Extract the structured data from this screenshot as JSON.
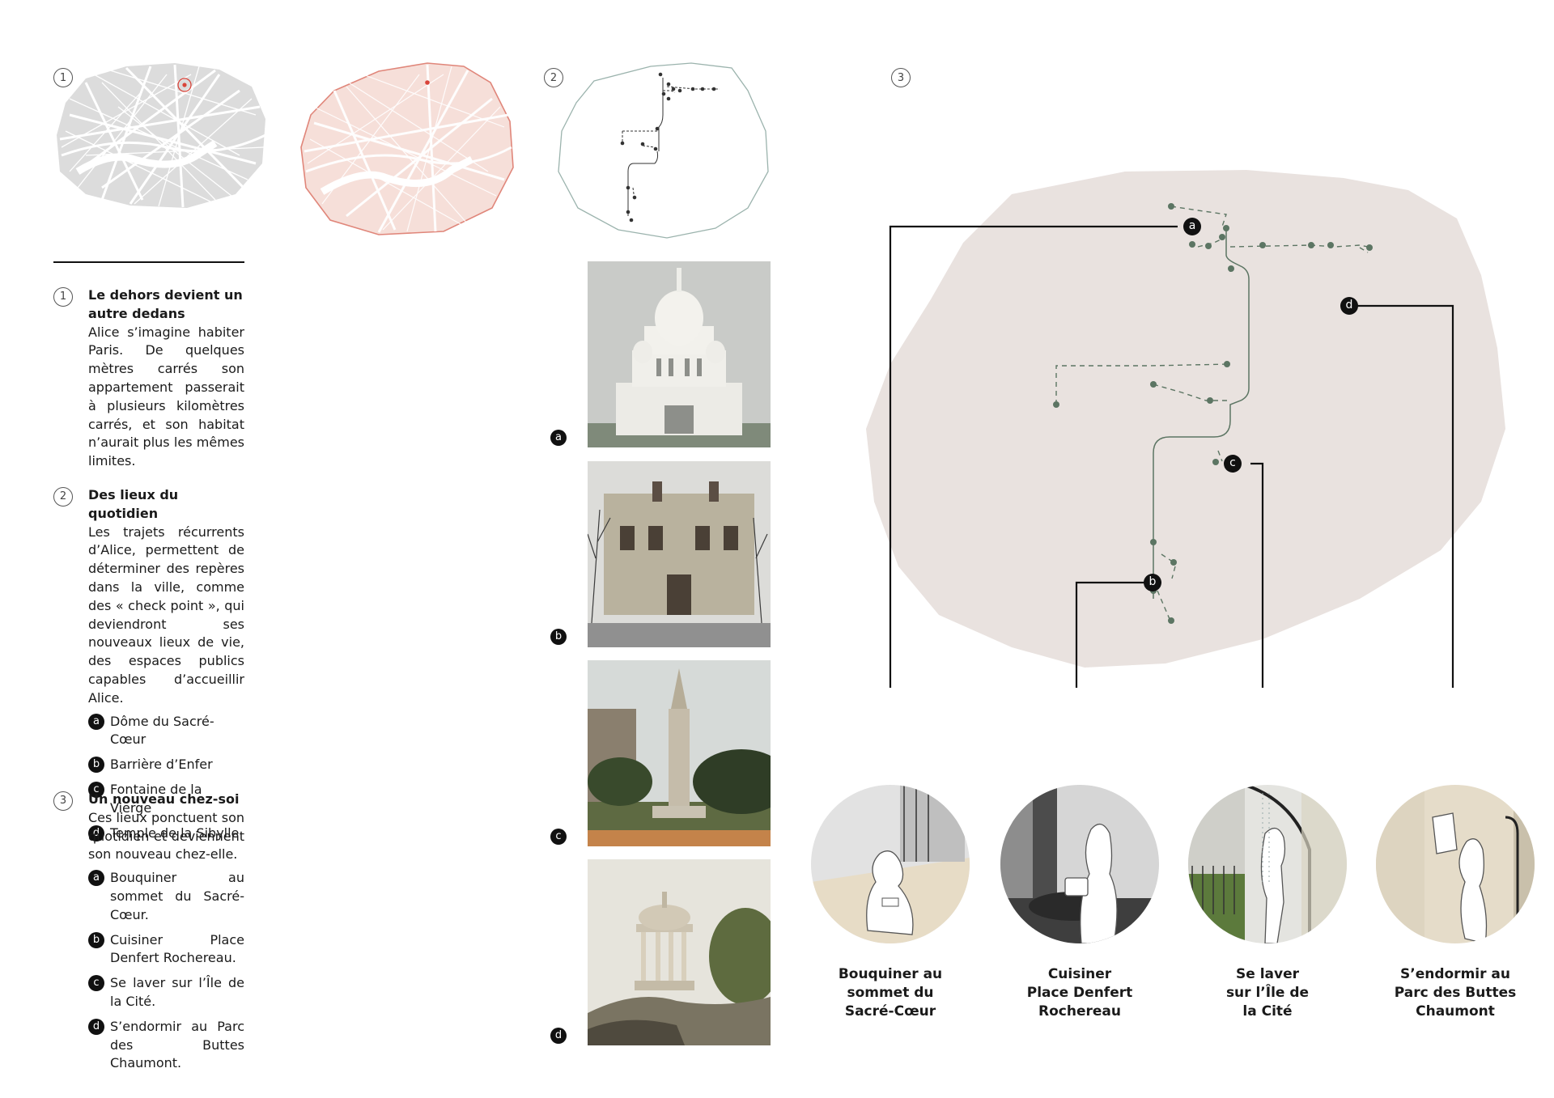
{
  "panel_numbers": [
    "1",
    "2",
    "3"
  ],
  "sections": [
    {
      "number": "1",
      "title": "Le dehors devient un autre dedans",
      "text": "Alice s’imagine habiter Paris. De quelques mètres carrés son appartement passerait à plusieurs kilomètres carrés, et son habitat n’aurait plus les mêmes limites."
    },
    {
      "number": "2",
      "title": "Des lieux du quotidien",
      "text": "Les trajets récurrents d’Alice, permettent de déterminer des repères dans la ville, comme des « check point », qui deviendront ses nouveaux lieux de vie, des espaces publics capables d’accueillir Alice.",
      "legend": [
        {
          "key": "a",
          "label": "Dôme du Sacré-Cœur"
        },
        {
          "key": "b",
          "label": "Barrière d’Enfer"
        },
        {
          "key": "c",
          "label": "Fontaine de la Vierge"
        },
        {
          "key": "d",
          "label": "Temple de la Sibylle"
        }
      ]
    },
    {
      "number": "3",
      "title": "Un nouveau chez-soi",
      "text": "Ces lieux ponctuent son quotidien et deviennent son nouveau chez-elle.",
      "steps": [
        {
          "key": "a",
          "label": "Bouquiner au sommet du Sacré-Cœur."
        },
        {
          "key": "b",
          "label": "Cuisiner Place Denfert Rochereau."
        },
        {
          "key": "c",
          "label": "Se laver sur l’Île de la Cité."
        },
        {
          "key": "d",
          "label": "S’endormir au Parc des Buttes Chaumont."
        }
      ]
    }
  ],
  "photos": [
    {
      "key": "a",
      "subject": "Sacré-Cœur dome"
    },
    {
      "key": "b",
      "subject": "Barrière d’Enfer pavilion"
    },
    {
      "key": "c",
      "subject": "Fontaine de la Vierge"
    },
    {
      "key": "d",
      "subject": "Temple de la Sibylle"
    }
  ],
  "map_markers": [
    "a",
    "b",
    "c",
    "d"
  ],
  "vignettes": [
    {
      "key": "a",
      "caption": "Bouquiner au\nsommet du\nSacré-Cœur"
    },
    {
      "key": "b",
      "caption": "Cuisiner\nPlace Denfert\nRochereau"
    },
    {
      "key": "c",
      "caption": "Se laver\nsur l’Île de\nla Cité"
    },
    {
      "key": "d",
      "caption": "S’endormir au\nParc des Buttes\nChaumont"
    }
  ],
  "colors": {
    "map_grey": "#dcdcdc",
    "map_pink": "#f6dfd9",
    "map_pink_outline": "#e0867a",
    "accent_red": "#d9443a",
    "route_green": "#5c7563",
    "big_map_fill": "#e9e2df",
    "outline_teal": "#9bb3ad"
  }
}
